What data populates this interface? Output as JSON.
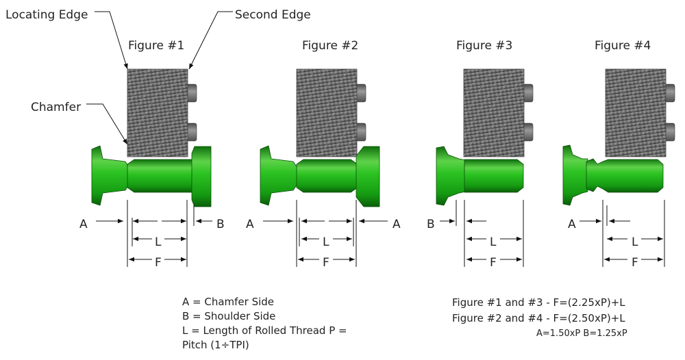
{
  "callouts": {
    "locating_edge": "Locating Edge",
    "second_edge": "Second Edge",
    "chamfer": "Chamfer"
  },
  "figures": [
    {
      "title": "Figure #1",
      "left_dim": "A",
      "right_dim": "B",
      "l": "L",
      "f": "F"
    },
    {
      "title": "Figure #2",
      "left_dim": "A",
      "right_dim": "A",
      "l": "L",
      "f": "F"
    },
    {
      "title": "Figure #3",
      "left_dim": "B",
      "right_dim": "",
      "l": "L",
      "f": "F"
    },
    {
      "title": "Figure #4",
      "left_dim": "A",
      "right_dim": "",
      "l": "L",
      "f": "F"
    }
  ],
  "legend": {
    "line1": "A = Chamfer Side",
    "line2": "B = Shoulder Side",
    "line3": "L = Length of Rolled Thread P =",
    "line4": "Pitch (1÷TPI)"
  },
  "formulas": {
    "line1": "Figure #1 and #3 - F=(2.25xP)+L",
    "line2": "Figure #2 and #4 - F=(2.50xP)+L",
    "line3": "A=1.50xP B=1.25xP"
  },
  "colors": {
    "part_green": "#22b11c",
    "part_green_dark": "#0f7a0c",
    "part_green_light": "#7ee06a",
    "roller_gray": "#6e6e6e",
    "roller_dark": "#3f3f3f",
    "line": "#111111"
  }
}
